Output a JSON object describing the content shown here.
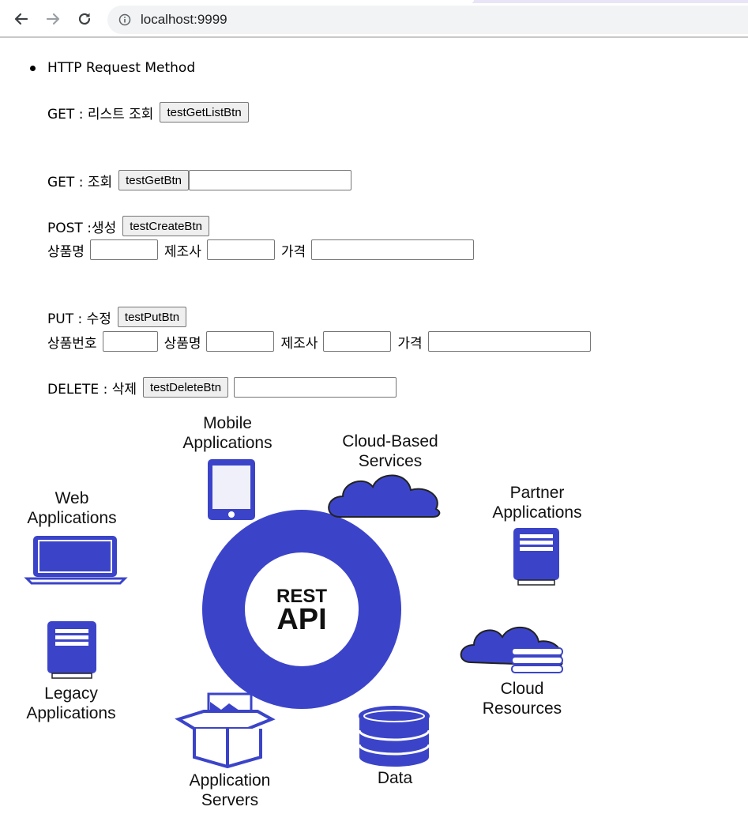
{
  "browser": {
    "url": "localhost:9999",
    "icons": {
      "back": "arrow-left-icon",
      "forward": "arrow-right-icon",
      "reload": "reload-icon",
      "info": "info-icon"
    }
  },
  "page": {
    "section_title": "HTTP Request Method",
    "get_list": {
      "label": "GET : 리스트 조회",
      "button": "testGetListBtn"
    },
    "get_one": {
      "label": "GET : 조회",
      "button": "testGetBtn",
      "input_value": ""
    },
    "post": {
      "label": "POST :생성",
      "button": "testCreateBtn",
      "fields": {
        "name_label": "상품명",
        "maker_label": "제조사",
        "price_label": "가격"
      }
    },
    "put": {
      "label": "PUT : 수정",
      "button": "testPutBtn",
      "fields": {
        "id_label": "상품번호",
        "name_label": "상품명",
        "maker_label": "제조사",
        "price_label": "가격"
      }
    },
    "delete": {
      "label": "DELETE : 삭제",
      "button": "testDeleteBtn",
      "input_value": ""
    }
  },
  "diagram": {
    "accent_color": "#3b44c9",
    "center": [
      "REST",
      "API"
    ],
    "nodes": {
      "mobile": [
        "Mobile",
        "Applications"
      ],
      "cloud_services": [
        "Cloud-Based",
        "Services"
      ],
      "partner": [
        "Partner",
        "Applications"
      ],
      "web": [
        "Web",
        "Applications"
      ],
      "legacy": [
        "Legacy",
        "Applications"
      ],
      "app_servers": [
        "Application",
        "Servers"
      ],
      "data": [
        "Data"
      ],
      "cloud_resources": [
        "Cloud",
        "Resources"
      ]
    }
  }
}
